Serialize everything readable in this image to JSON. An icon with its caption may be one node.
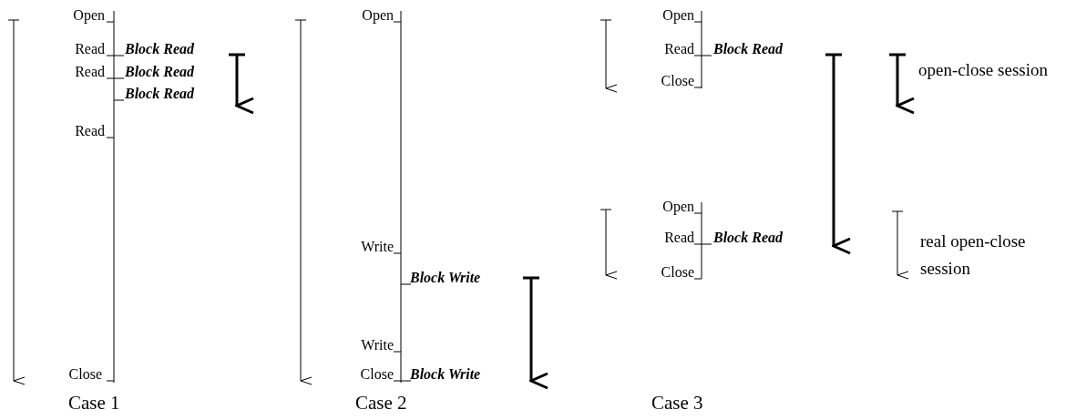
{
  "diagram": {
    "labels": [
      "Open",
      "Read",
      "Block Read",
      "Read",
      "Block Read",
      "Block Read",
      "Read",
      "Close",
      "Case 1",
      "Open",
      "Write",
      "Block Write",
      "Write",
      "Close",
      "Block Write",
      "Case 2",
      "Open",
      "Read",
      "Block Read",
      "Close",
      "Open",
      "Read",
      "Block Read",
      "Close",
      "Case 3"
    ],
    "legend": [
      {
        "text": "open-close session"
      },
      {
        "text": "real open-close session"
      }
    ]
  }
}
